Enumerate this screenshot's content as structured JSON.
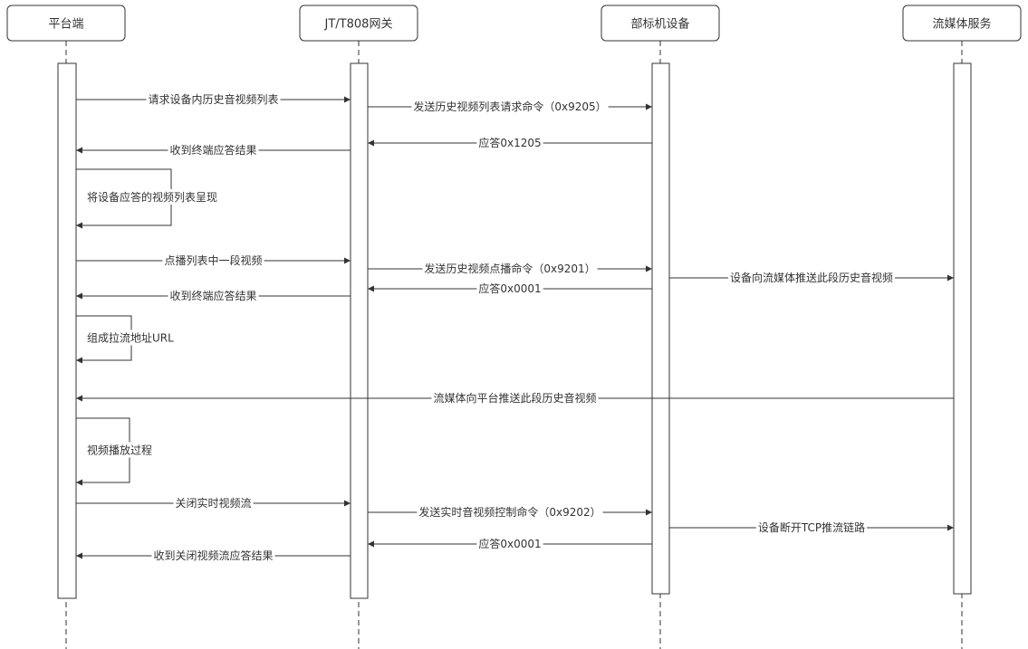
{
  "participants": [
    {
      "id": "platform",
      "label": "平台端"
    },
    {
      "id": "gateway",
      "label": "JT/T808网关"
    },
    {
      "id": "device",
      "label": "部标机设备"
    },
    {
      "id": "media",
      "label": "流媒体服务"
    }
  ],
  "messages": [
    {
      "from": "platform",
      "to": "gateway",
      "label": "请求设备内历史音视频列表"
    },
    {
      "from": "gateway",
      "to": "device",
      "label": "发送历史视频列表请求命令（0x9205）"
    },
    {
      "from": "device",
      "to": "gateway",
      "label": "应答0x1205"
    },
    {
      "from": "gateway",
      "to": "platform",
      "label": "收到终端应答结果"
    },
    {
      "from": "platform",
      "to": "platform",
      "label": "将设备应答的视频列表呈现"
    },
    {
      "from": "platform",
      "to": "gateway",
      "label": "点播列表中一段视频"
    },
    {
      "from": "gateway",
      "to": "device",
      "label": "发送历史视频点播命令（0x9201）"
    },
    {
      "from": "device",
      "to": "media",
      "label": "设备向流媒体推送此段历史音视频"
    },
    {
      "from": "device",
      "to": "gateway",
      "label": "应答0x0001"
    },
    {
      "from": "gateway",
      "to": "platform",
      "label": "收到终端应答结果"
    },
    {
      "from": "platform",
      "to": "platform",
      "label": "组成拉流地址URL"
    },
    {
      "from": "media",
      "to": "platform",
      "label": "流媒体向平台推送此段历史音视频"
    },
    {
      "from": "platform",
      "to": "platform",
      "label": "视频播放过程"
    },
    {
      "from": "platform",
      "to": "gateway",
      "label": "关闭实时视频流"
    },
    {
      "from": "gateway",
      "to": "device",
      "label": "发送实时音视频控制命令（0x9202）"
    },
    {
      "from": "device",
      "to": "media",
      "label": "设备断开TCP推流链路"
    },
    {
      "from": "device",
      "to": "gateway",
      "label": "应答0x0001"
    },
    {
      "from": "gateway",
      "to": "platform",
      "label": "收到关闭视频流应答结果"
    }
  ]
}
